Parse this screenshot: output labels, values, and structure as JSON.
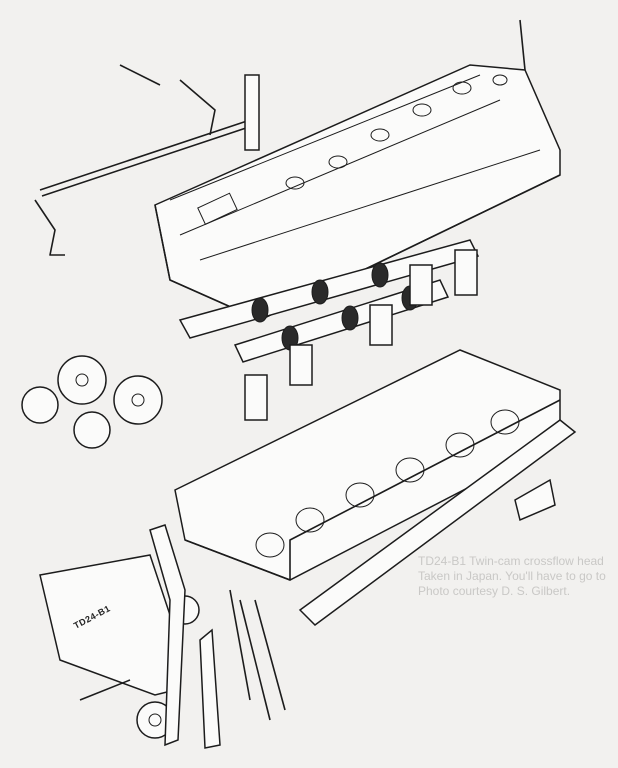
{
  "figure": {
    "engine_label": "TD24-B1",
    "cam_cover_badge": "TD24-B1"
  },
  "bleed_through_caption": {
    "line1": "TD24-B1 Twin-cam crossflow head",
    "line2": "Taken in Japan. You'll have to go to",
    "line3": "Photo courtesy D. S. Gilbert."
  }
}
